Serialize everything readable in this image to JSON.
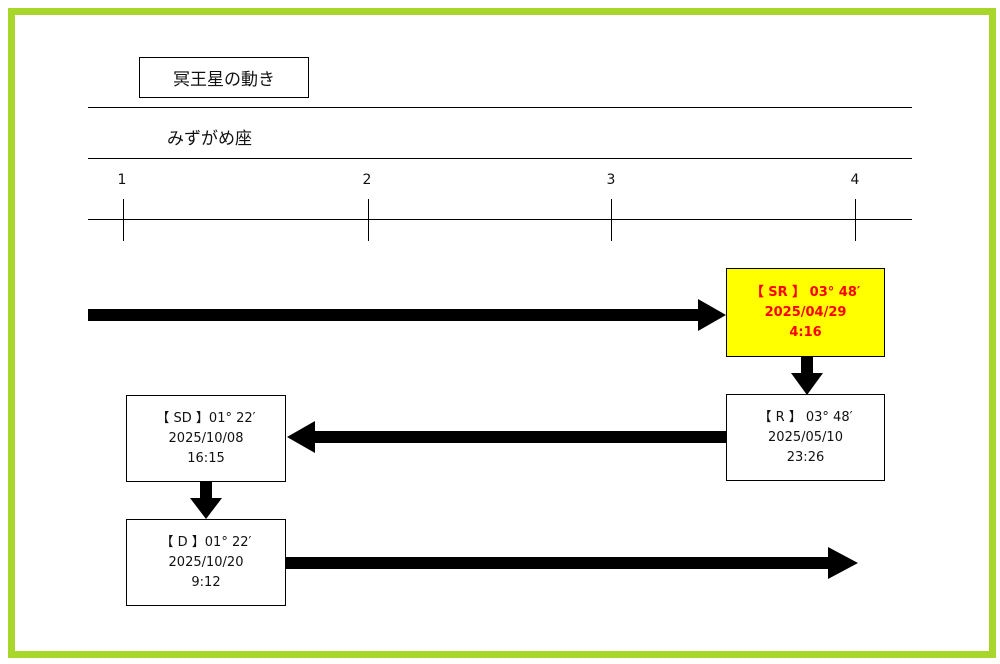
{
  "title": "冥王星の動き",
  "sign": "みずがめ座",
  "ticks": [
    "1",
    "2",
    "3",
    "4"
  ],
  "stations": {
    "sr": {
      "line1": "【 SR 】 03° 48′",
      "line2": "2025/04/29",
      "line3": "4:16"
    },
    "r": {
      "line1": "【 R 】 03° 48′",
      "line2": "2025/05/10",
      "line3": "23:26"
    },
    "sd": {
      "line1": "【 SD 】01° 22′",
      "line2": "2025/10/08",
      "line3": "16:15"
    },
    "d": {
      "line1": "【 D 】01° 22′",
      "line2": "2025/10/20",
      "line3": "9:12"
    }
  },
  "colors": {
    "frame": "#a8d62a",
    "highlight_bg": "#ffff00",
    "highlight_text": "#ff0000"
  }
}
